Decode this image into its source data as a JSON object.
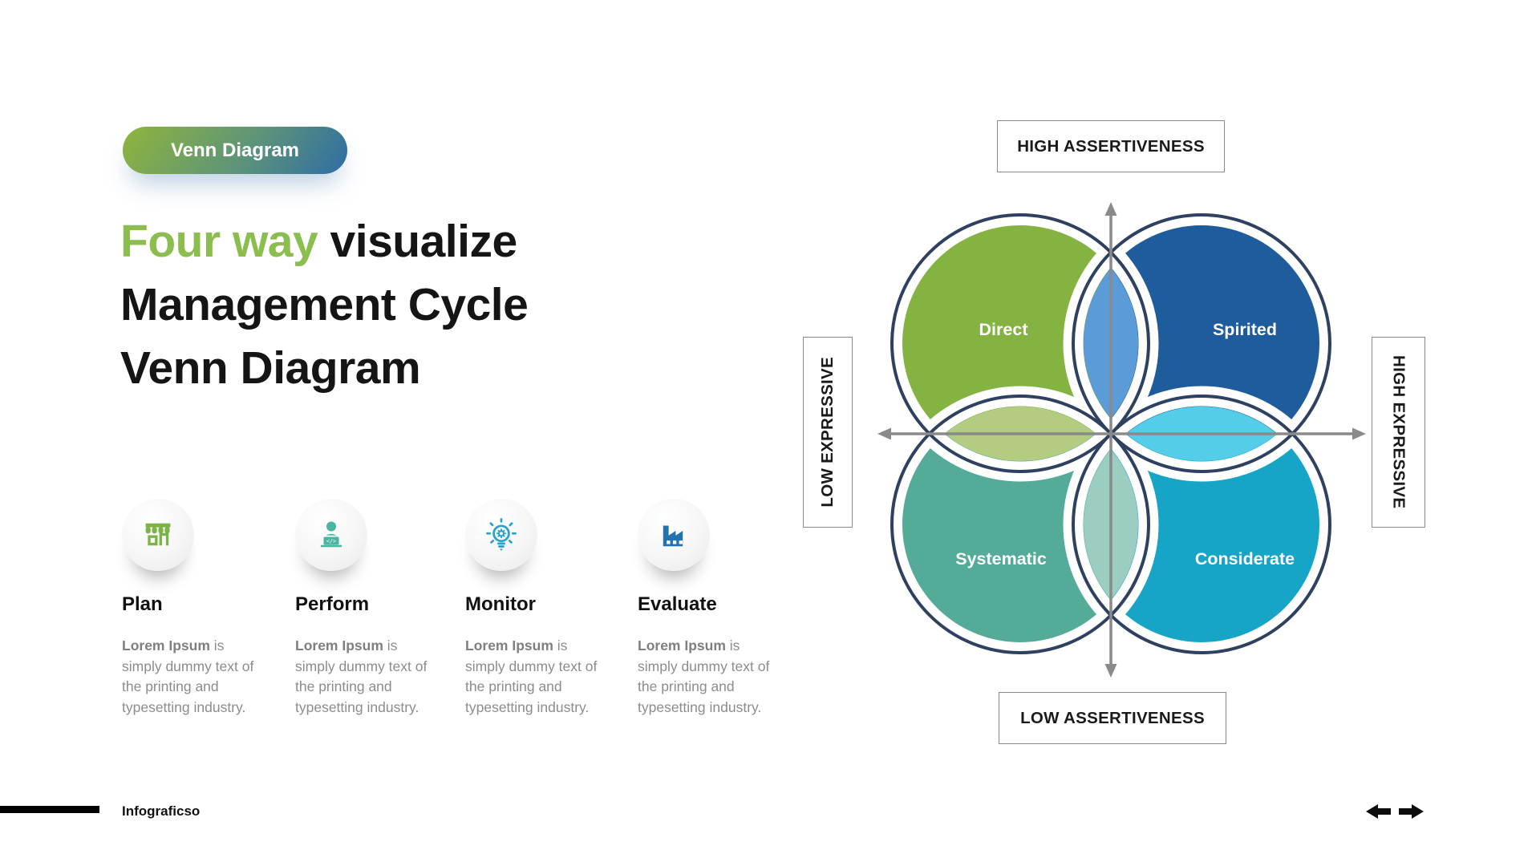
{
  "badge": {
    "label": "Venn Diagram",
    "gradient_from": "#8FB53C",
    "gradient_to": "#2E6DA4"
  },
  "title": {
    "line1_highlight": "Four way",
    "line1_rest": " visualize",
    "line2": "Management Cycle",
    "line3": "Venn Diagram",
    "highlight_color": "#8CBE4F"
  },
  "steps": [
    {
      "label": "Plan",
      "icon": "storefront-icon",
      "icon_color": "#7CB347",
      "desc_bold": "Lorem Ipsum",
      "desc_rest": " is simply dummy text of the  printing and typesetting industry."
    },
    {
      "label": "Perform",
      "icon": "person-laptop-icon",
      "icon_color": "#4CB5A0",
      "desc_bold": "Lorem Ipsum",
      "desc_rest": " is simply dummy text of the printing and typesetting industry."
    },
    {
      "label": "Monitor",
      "icon": "lightbulb-gear-icon",
      "icon_color": "#29A3C9",
      "desc_bold": "Lorem Ipsum",
      "desc_rest": " is simply dummy text of the printing and typesetting industry."
    },
    {
      "label": "Evaluate",
      "icon": "factory-icon",
      "icon_color": "#2272AE",
      "desc_bold": "Lorem Ipsum",
      "desc_rest": " is simply dummy text of the printing and typesetting industry."
    }
  ],
  "venn": {
    "circles": [
      {
        "label": "Direct",
        "color": "#84B341"
      },
      {
        "label": "Spirited",
        "color": "#1E5C9B"
      },
      {
        "label": "Systematic",
        "color": "#54AC98"
      },
      {
        "label": "Considerate",
        "color": "#16A5C6"
      }
    ],
    "overlaps": {
      "top": "#5B9BD8",
      "left": "#B4CB82",
      "right": "#53CDE8",
      "bottom": "#9BCDC1"
    },
    "outline_color": "#2E4160",
    "axis_color": "#8A8A8A",
    "axis_labels": {
      "top": "HIGH ASSERTIVENESS",
      "bottom": "LOW ASSERTIVENESS",
      "left": "LOW EXPRESSIVE",
      "right": "HIGH EXPRESSIVE"
    }
  },
  "footer": {
    "brand": "Infograficso",
    "nav_icons": [
      "arrow-left-icon",
      "arrow-right-icon"
    ]
  }
}
